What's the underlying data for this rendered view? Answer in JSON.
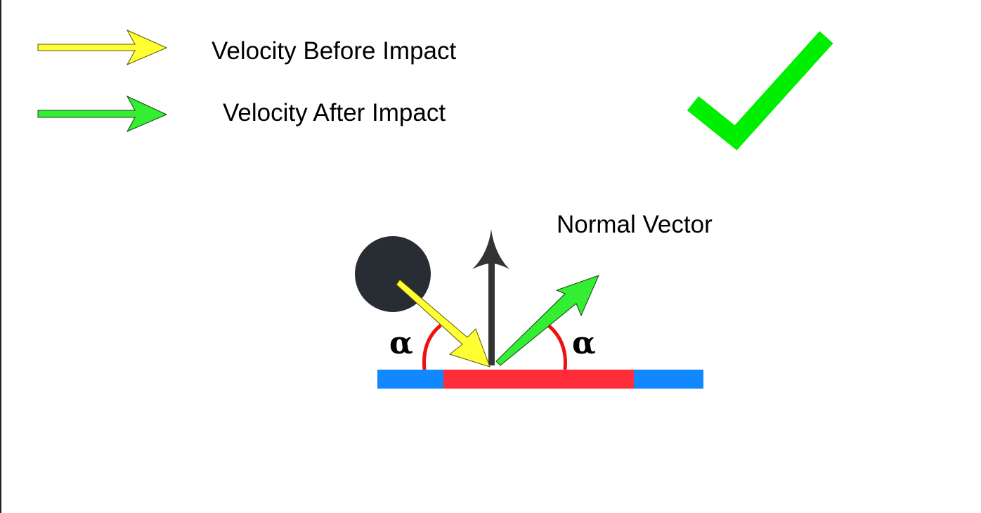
{
  "legend": {
    "before_label": "Velocity Before Impact",
    "after_label": "Velocity After Impact"
  },
  "diagram": {
    "normal_label": "Normal Vector",
    "angle_left_label": "α",
    "angle_right_label": "α"
  },
  "colors": {
    "before_arrow": "#ffff33",
    "after_arrow": "#33ee33",
    "normal_arrow": "#333333",
    "ball": "#282d33",
    "surface": "#1188ff",
    "impact_zone": "#ff2d3a",
    "angle_arc": "#ee1111",
    "check_mark": "#00ee00"
  },
  "icons": {
    "status": "check-mark-icon"
  }
}
